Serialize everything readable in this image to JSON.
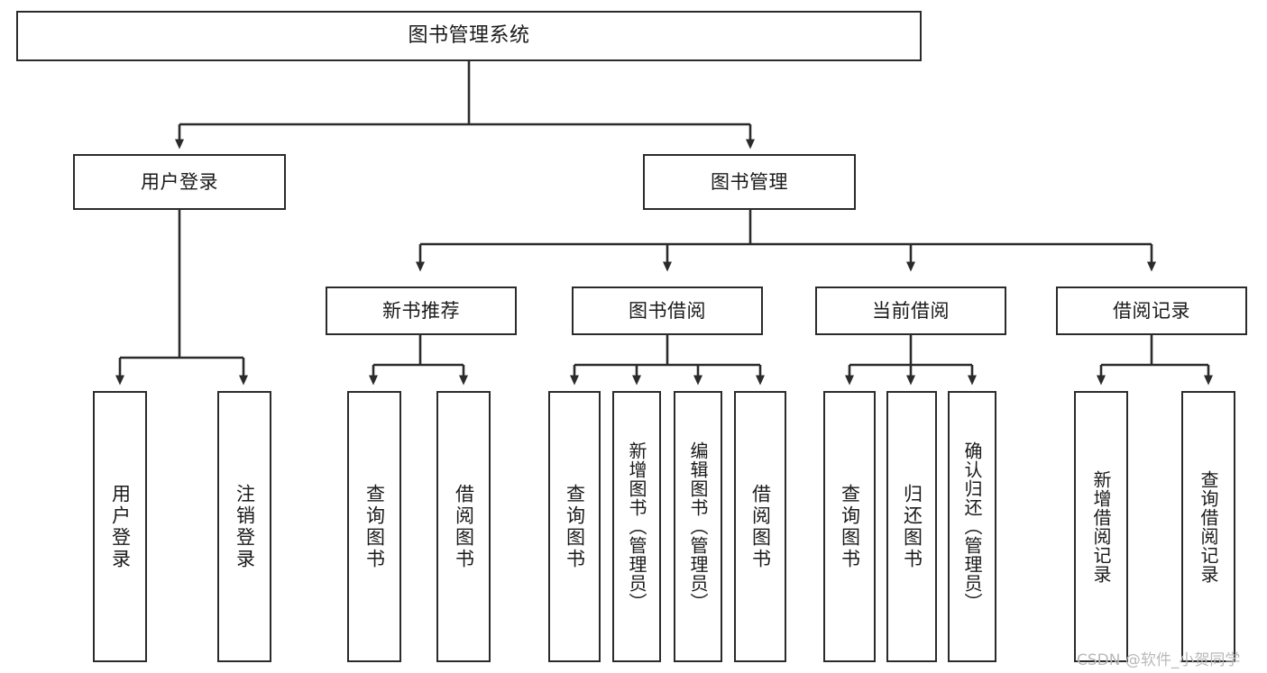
{
  "diagram": {
    "title": "图书管理系统",
    "type": "tree-hierarchy",
    "colors": {
      "box_border": "#2b2b2b",
      "box_fill": "#ffffff",
      "connector": "#2b2b2b",
      "text": "#1a1a1a",
      "watermark": "#b9b9b9",
      "background": "#ffffff"
    }
  },
  "nodes": {
    "root": {
      "label": "图书管理系统"
    },
    "level2": [
      {
        "label": "用户登录"
      },
      {
        "label": "图书管理"
      }
    ],
    "level3": [
      {
        "label": "新书推荐"
      },
      {
        "label": "图书借阅"
      },
      {
        "label": "当前借阅"
      },
      {
        "label": "借阅记录"
      }
    ],
    "leaves": {
      "user_login": [
        {
          "label": "用户登录"
        },
        {
          "label": "注销登录"
        }
      ],
      "new_book_recommend": [
        {
          "label": "查询图书"
        },
        {
          "label": "借阅图书"
        }
      ],
      "book_borrow": [
        {
          "label": "查询图书"
        },
        {
          "label": "新增图书（管理员）"
        },
        {
          "label": "编辑图书（管理员）"
        },
        {
          "label": "借阅图书"
        }
      ],
      "current_borrow": [
        {
          "label": "查询图书"
        },
        {
          "label": "归还图书"
        },
        {
          "label": "确认归还（管理员）"
        }
      ],
      "borrow_record": [
        {
          "label": "新增借阅记录"
        },
        {
          "label": "查询借阅记录"
        }
      ]
    }
  },
  "watermark": {
    "text": "CSDN @软件_小贺同学"
  }
}
